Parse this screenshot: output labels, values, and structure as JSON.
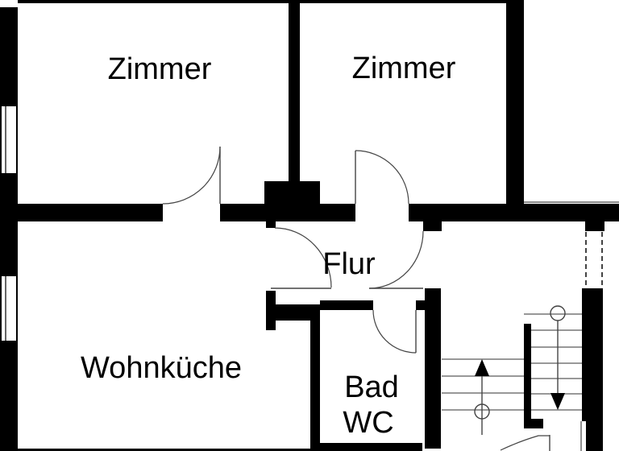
{
  "plan": {
    "type": "floor-plan",
    "rooms": {
      "zimmer_left": {
        "label": "Zimmer"
      },
      "zimmer_right": {
        "label": "Zimmer"
      },
      "flur": {
        "label": "Flur"
      },
      "wohnkueche": {
        "label": "Wohnküche"
      },
      "bad_wc": {
        "line1": "Bad",
        "line2": "WC"
      }
    },
    "stairs": {
      "up_icon": "arrow-up-icon",
      "down_icon": "arrow-down-icon",
      "start_marker": "circle-marker"
    },
    "colors": {
      "wall": "#000000",
      "bg": "#ffffff",
      "line": "#444444",
      "tread": "#777777",
      "text": "#000000"
    }
  }
}
